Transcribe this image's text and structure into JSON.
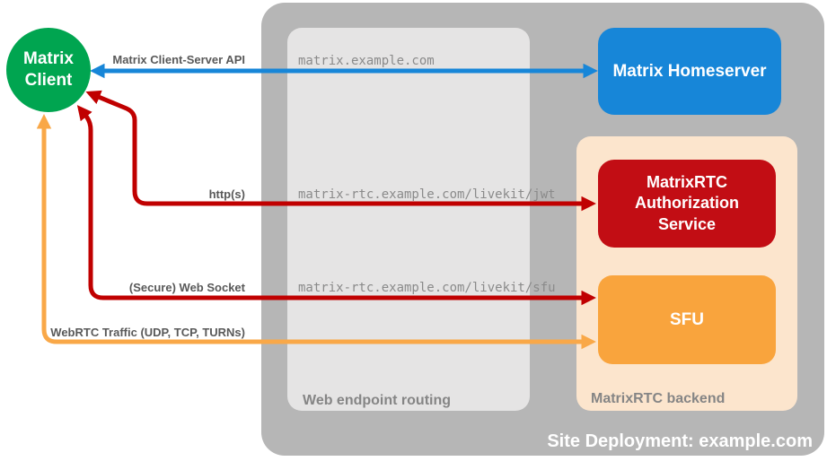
{
  "diagram": {
    "title": "Site Deployment: example.com",
    "nodes": {
      "client": {
        "label": "Matrix Client"
      },
      "homeserver": {
        "label": "Matrix Homeserver"
      },
      "auth_service": {
        "label": "MatrixRTC Authorization Service"
      },
      "sfu": {
        "label": "SFU"
      }
    },
    "routing_panel": {
      "label": "Web endpoint routing",
      "routes": [
        {
          "host": "matrix.example.com"
        },
        {
          "host": "matrix-rtc.example.com/livekit/jwt"
        },
        {
          "host": "matrix-rtc.example.com/livekit/sfu"
        }
      ]
    },
    "backend_panel": {
      "label": "MatrixRTC backend"
    },
    "connections": [
      {
        "label": "Matrix Client-Server API",
        "from": "Matrix Client",
        "to": "Matrix Homeserver",
        "bidirectional": true,
        "color": "#1786d8"
      },
      {
        "label": "http(s)",
        "from": "Matrix Client",
        "to": "MatrixRTC Authorization Service",
        "bidirectional": true,
        "color": "#c00000"
      },
      {
        "label": "(Secure) Web Socket",
        "from": "Matrix Client",
        "to": "SFU",
        "bidirectional": true,
        "color": "#c00000"
      },
      {
        "label": "WebRTC Traffic (UDP, TCP, TURNs)",
        "from": "Matrix Client",
        "to": "SFU",
        "bidirectional": true,
        "color": "#f9a848"
      }
    ],
    "palette": {
      "client_green": "#00a550",
      "homeserver_blue": "#1786d8",
      "auth_red": "#c20d14",
      "sfu_orange": "#f9a43d",
      "backend_peach": "#fce5cd",
      "site_gray": "#b6b6b6",
      "routing_gray": "#e5e4e4",
      "label_gray": "#595959",
      "url_gray": "#8a8a8a"
    }
  }
}
